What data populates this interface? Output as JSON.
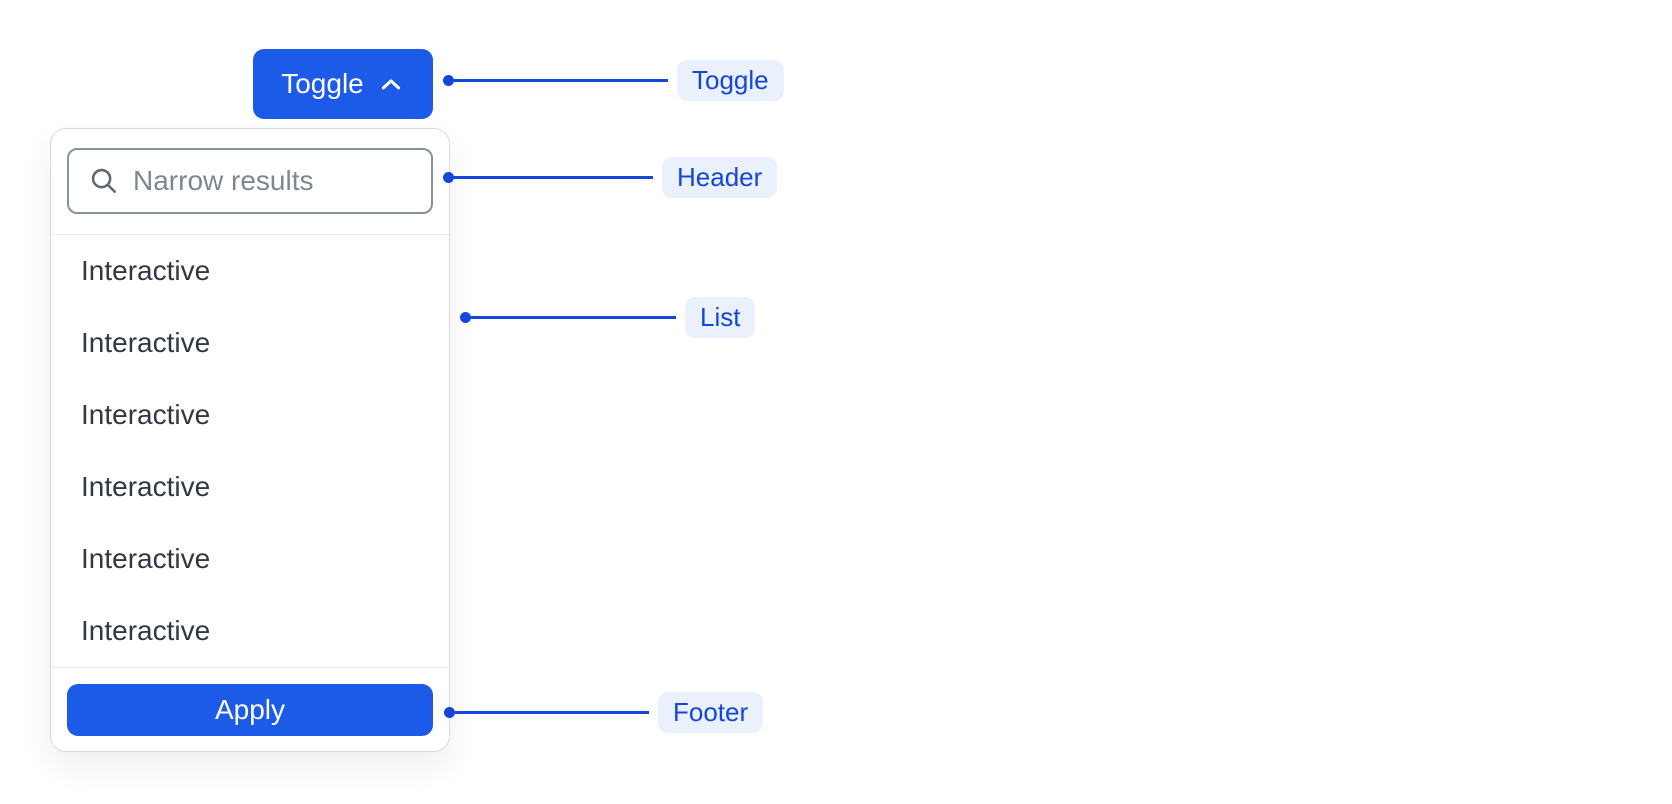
{
  "toggle_button": {
    "label": "Toggle"
  },
  "dropdown": {
    "search": {
      "placeholder": "Narrow results"
    },
    "items": [
      "Interactive",
      "Interactive",
      "Interactive",
      "Interactive",
      "Interactive",
      "Interactive"
    ],
    "apply_button": {
      "label": "Apply"
    }
  },
  "annotations": {
    "toggle": "Toggle",
    "header": "Header",
    "list": "List",
    "footer": "Footer"
  },
  "colors": {
    "button_blue": "#1c5be8",
    "annotation_blue": "#1546dc",
    "annotation_pill_bg": "#eaf1fc",
    "panel_border": "#d8dcde",
    "input_border": "#87929b",
    "item_text": "#2f3941",
    "placeholder_text": "#7c8790"
  }
}
